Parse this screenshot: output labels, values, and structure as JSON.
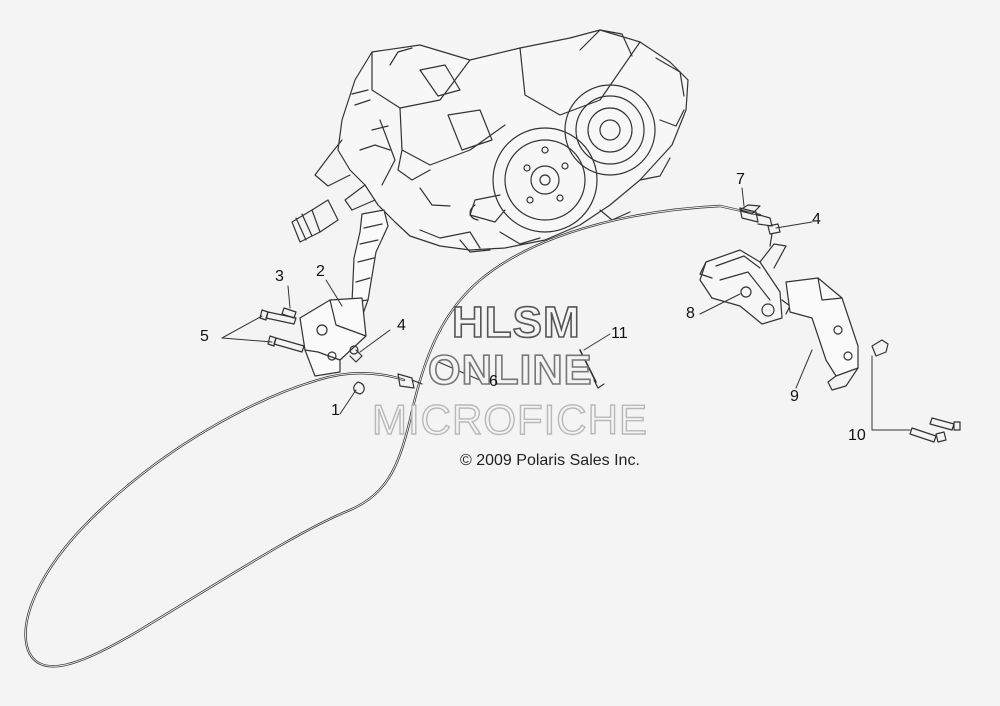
{
  "watermark": {
    "line1": "HLSM",
    "line2": "ONLINE",
    "line3": "MICROFICHE"
  },
  "copyright": "© 2009 Polaris Sales Inc.",
  "callouts": [
    {
      "id": "c1",
      "label": "1"
    },
    {
      "id": "c2",
      "label": "2"
    },
    {
      "id": "c3",
      "label": "3"
    },
    {
      "id": "c4a",
      "label": "4"
    },
    {
      "id": "c4b",
      "label": "4"
    },
    {
      "id": "c5",
      "label": "5"
    },
    {
      "id": "c6",
      "label": "6"
    },
    {
      "id": "c7",
      "label": "7"
    },
    {
      "id": "c8",
      "label": "8"
    },
    {
      "id": "c9",
      "label": "9"
    },
    {
      "id": "c10",
      "label": "10"
    },
    {
      "id": "c11",
      "label": "11"
    }
  ],
  "colors": {
    "background": "#f4f4f4",
    "line": "#333333"
  }
}
